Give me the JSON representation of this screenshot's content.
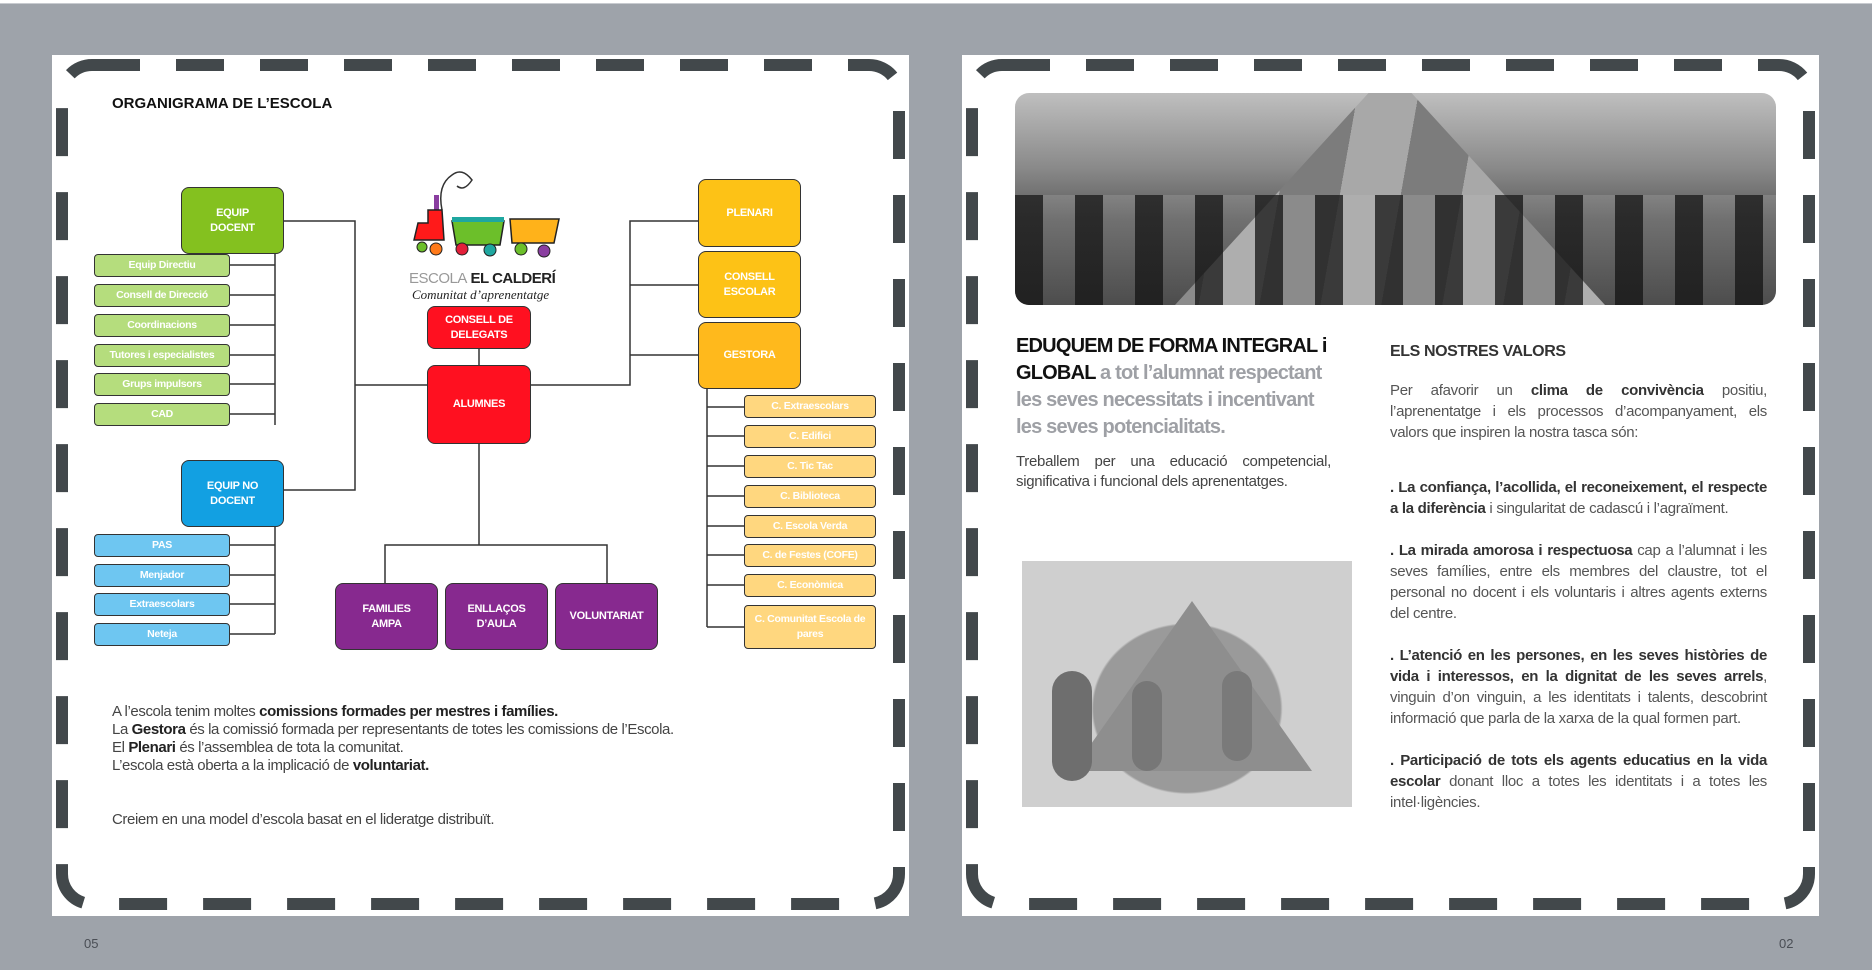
{
  "left_page": {
    "title": "ORGANIGRAMA DE L’ESCOLA",
    "logo": {
      "school_light": "ESCOLA",
      "school_bold": "EL CALDERÍ",
      "tagline": "Comunitat d’aprenentatge"
    },
    "org": {
      "equip_docent": "EQUIP DOCENT",
      "equip_docent_items": [
        "Equip Directiu",
        "Consell de Direcció",
        "Coordinacions",
        "Tutores i especialistes",
        "Grups impulsors",
        "CAD"
      ],
      "equip_no_docent": "EQUIP NO DOCENT",
      "equip_no_docent_items": [
        "PAS",
        "Menjador",
        "Extraescolars",
        "Neteja"
      ],
      "consell_delegats": "CONSELL DE DELEGATS",
      "alumnes": "ALUMNES",
      "bottom": [
        "FAMILIES AMPA",
        "ENLLAÇOS D’AULA",
        "VOLUNTARIAT"
      ],
      "right": [
        "PLENARI",
        "CONSELL ESCOLAR",
        "GESTORA"
      ],
      "gestora_items": [
        "C. Extraescolars",
        "C. Edifici",
        "C. Tic Tac",
        "C. Biblioteca",
        "C. Escola Verda",
        "C. de Festes (COFE)",
        "C. Econòmica",
        "C. Comunitat Escola de pares"
      ]
    },
    "text": {
      "l1a": "A l’escola tenim moltes ",
      "l1b": "comissions formades per mestres i famílies.",
      "l2a": "La ",
      "l2b": "Gestora",
      "l2c": " és la comissió formada per representants de totes les comissions de l’Escola.",
      "l3a": "El ",
      "l3b": "Plenari",
      "l3c": " és l’assemblea de tota la comunitat.",
      "l4a": "L’escola està oberta a la implicació de ",
      "l4b": "voluntariat.",
      "l5": "Creiem en una model d’escola basat en el lideratge distribuït."
    },
    "page_number": "05"
  },
  "right_page": {
    "heading_bold": "EDUQUEM DE FORMA INTEGRAL i GLOBAL",
    "heading_light": " a tot l’alumnat respectant les seves necessitats i incentivant les seves potencialitats.",
    "intro": "Treballem per una educació competencial, significativa i funcional dels aprenentatges.",
    "values_title": "ELS NOSTRES VALORS",
    "p0a": "Per afavorir un ",
    "p0b": "clima de convivència",
    "p0c": " positiu, l’aprenentatge i els processos d’acompanyament, els valors que inspiren la nostra tasca són:",
    "p1a": ". La confiança, l’acollida, el reconeixement, el respecte a la diferència",
    "p1b": " i singularitat de cadascú i l’agraïment.",
    "p2a": ". La mirada amorosa i respectuosa",
    "p2b": " cap a l’alumnat i les seves famílies, entre els membres del claustre, tot el personal no docent i els voluntaris i altres agents externs del centre.",
    "p3a": ". L’atenció en les persones, en les seves històries de vida i interessos, en la dignitat de les seves arrels",
    "p3b": ", vinguin d’on vinguin, a les identitats i talents, descobrint informació que parla de la xarxa de la qual formen part.",
    "p4a": ". Participació de tots els agents educatius en la vida escolar",
    "p4b": " donant lloc a totes les identitats i a totes les intel·ligències.",
    "page_number": "02"
  }
}
